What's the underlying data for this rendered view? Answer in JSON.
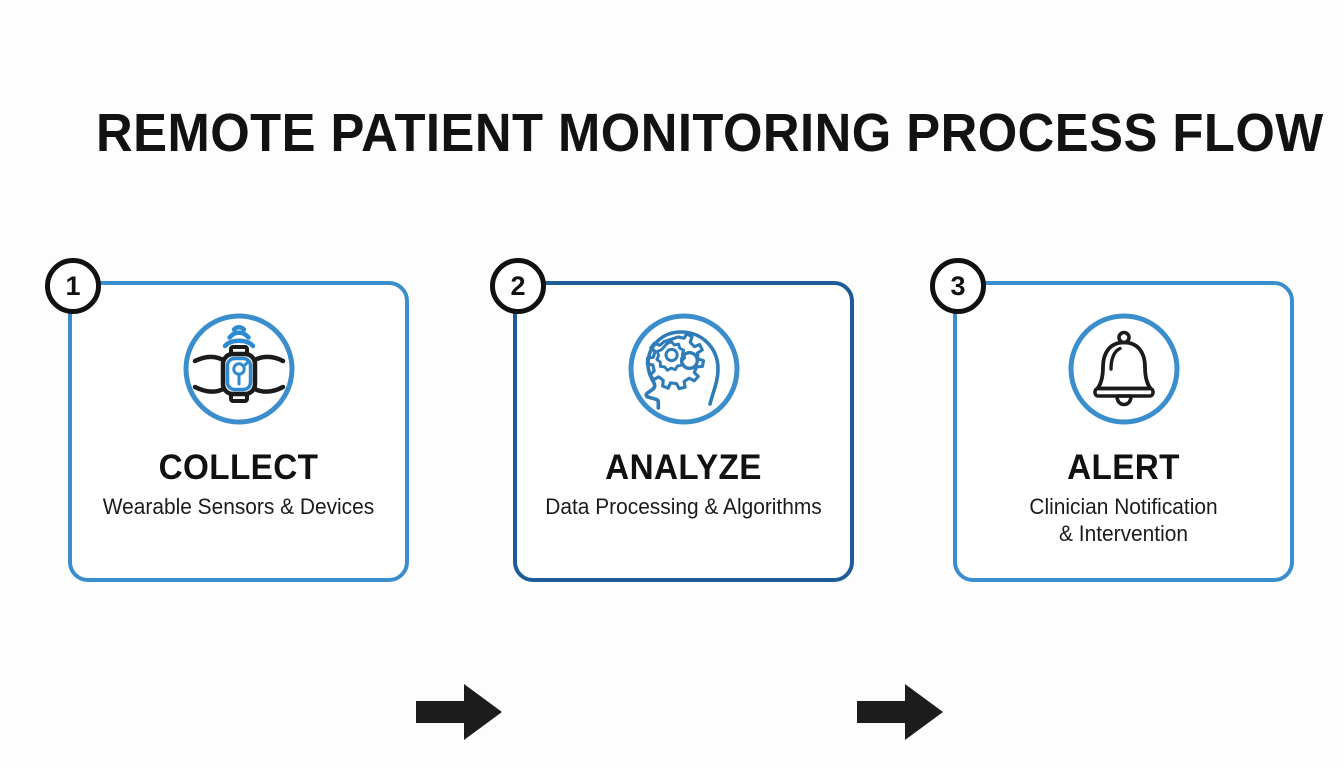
{
  "page": {
    "title": "REMOTE PATIENT MONITORING PROCESS FLOW",
    "background_color": "#fdfdfe"
  },
  "theme": {
    "accent_blue": "#3a8ecc",
    "deep_blue": "#1d5c96",
    "ink": "#111111",
    "arrow_color": "#1d1d1d"
  },
  "flow": {
    "steps": [
      {
        "number": "1",
        "heading": "COLLECT",
        "subtitle": "Wearable Sensors & Devices",
        "subtitle_lines": [
          "Wearable Sensors & Devices"
        ],
        "icon": "smartwatch-wearable-signal-icon",
        "border_color": "#3a8ecc"
      },
      {
        "number": "2",
        "heading": "ANALYZE",
        "subtitle": "Data Processing & Algorithms",
        "subtitle_lines": [
          "Data Processing & Algorithms"
        ],
        "icon": "head-profile-gears-icon",
        "border_color": "#1d5c96"
      },
      {
        "number": "3",
        "heading": "ALERT",
        "subtitle": "Clinician Notification & Intervention",
        "subtitle_lines": [
          "Clinician Notification",
          "& Intervention"
        ],
        "icon": "bell-notification-icon",
        "border_color": "#3a8ecc"
      }
    ],
    "connectors": [
      {
        "name": "arrow-collect-to-analyze",
        "direction": "right"
      },
      {
        "name": "arrow-analyze-to-alert",
        "direction": "right"
      }
    ]
  }
}
